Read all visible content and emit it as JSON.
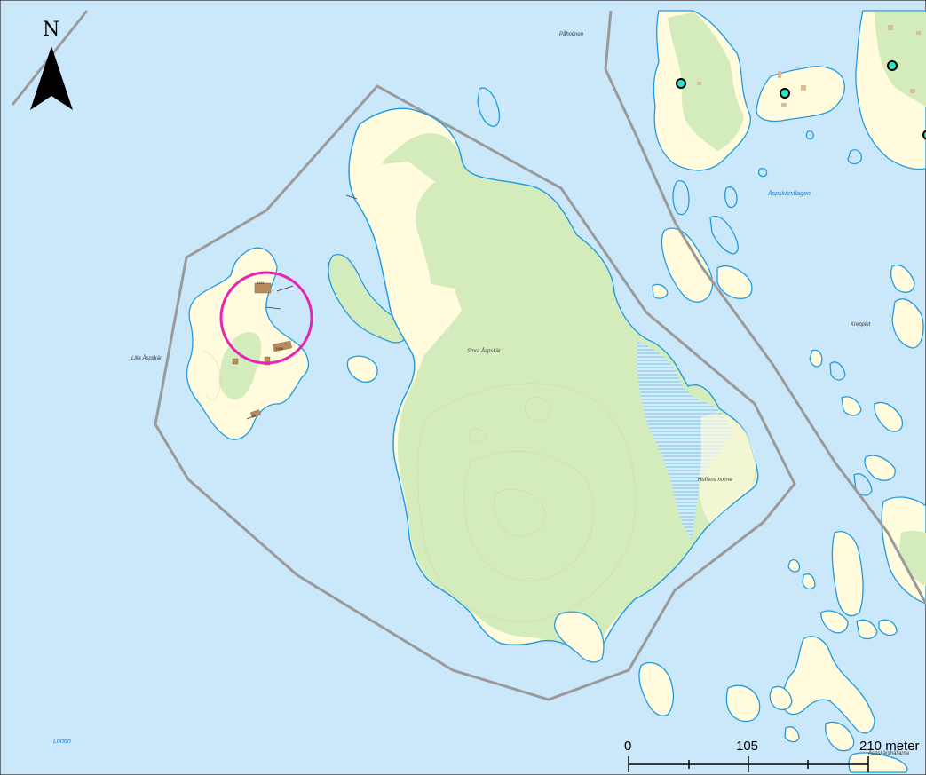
{
  "map": {
    "north_arrow": {
      "label": "N"
    },
    "place_labels": {
      "pahoimen": "Påholmen",
      "aspskarsflagen": "Åspskärsflagen",
      "krapplet": "Krepplet",
      "lilla_aspskar": "Lilla Åspskär",
      "stora_aspskar": "Stora Åspskär",
      "huffens_holme": "Huffens holme",
      "lorten": "Lorten",
      "aspskarshallarna": "Åspskärshällarna"
    },
    "building_labels": [
      "1461",
      "1458"
    ],
    "scale_bar": {
      "ticks": [
        "0",
        "105",
        "210 meter"
      ]
    },
    "colors": {
      "water": "#cbe8fb",
      "land": "#fffbdc",
      "forest": "#d4ecbc",
      "shoreline": "#1f9be0",
      "boundary": "#9a9a9a",
      "marker_ring": "#e724b4",
      "point_marker": "#2fe3c2",
      "building": "#b88b5e"
    }
  }
}
